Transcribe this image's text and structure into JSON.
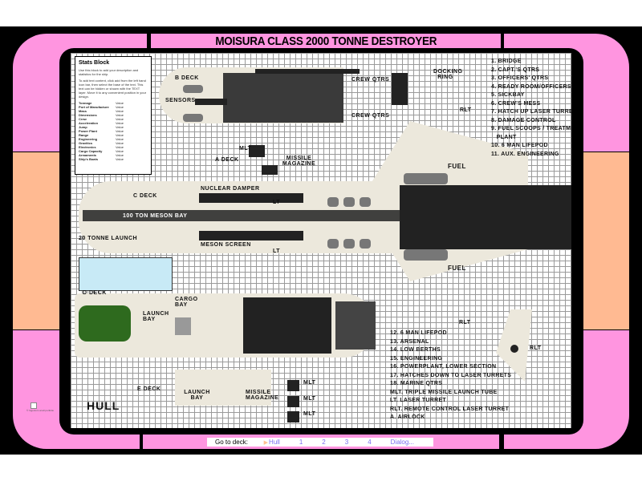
{
  "title": "MOISURA CLASS 2000 TONNE DESTROYER",
  "stats_block": {
    "heading": "Stats Block",
    "intro": "Use this block to add your description and statistics for the ship.",
    "instructions": "To add text content, click add from the left hand icon bar, then select the base of the text. This text can be hidden or shown with the TEXT layer. Move it to any convenient position in your design.",
    "rows": [
      {
        "label": "Tonnage",
        "value": "Value"
      },
      {
        "label": "Port of Manufacture",
        "value": "Value"
      },
      {
        "label": "Mass",
        "value": "Value"
      },
      {
        "label": "Dimensions",
        "value": "Value"
      },
      {
        "label": "Crew",
        "value": "Value"
      },
      {
        "label": "Acceleration",
        "value": "Value"
      },
      {
        "label": "Jump",
        "value": "Value"
      },
      {
        "label": "Power Plant",
        "value": "Value"
      },
      {
        "label": "Range",
        "value": "Value"
      },
      {
        "label": "Engineering",
        "value": "Value"
      },
      {
        "label": "Gravitics",
        "value": "Value"
      },
      {
        "label": "Electronics",
        "value": "Value"
      },
      {
        "label": "Cargo Capacity",
        "value": "Value"
      },
      {
        "label": "Armaments",
        "value": "Value"
      },
      {
        "label": "Ship's Boats",
        "value": "Value"
      }
    ]
  },
  "legend_top": [
    "1. BRIDGE",
    "2. CAPT.'S QTRS",
    "3. OFFICERS' QTRS",
    "4. READY ROOM/OFFICERS MESS",
    "5. SICKBAY",
    "6. CREW'S MESS",
    "7. HATCH UP LASER TURRETS",
    "8. DAMAGE CONTROL",
    "9. FUEL SCOOPS / TREATMENT",
    "   PLANT",
    "10. 6 MAN LIFEPOD",
    "11. AUX. ENGINEERING"
  ],
  "legend_bottom": [
    "12. 6 MAN LIFEPOD",
    "13. ARSENAL",
    "14. LOW BERTHS",
    "15. ENGINEERING",
    "16. POWERPLANT, LOWER SECTION",
    "17. HATCHES DOWN TO LASER TURRETS",
    "18. MARINE QTRS",
    "MLT. TRIPLE MISSILE LAUNCH TUBE",
    "LT. LASER TURRET",
    "RLT. REMOTE CONTROL LASER TURRET",
    "A. AIRLOCK"
  ],
  "map_labels": {
    "b_deck": "B DECK",
    "sensors": "SENSORS",
    "crew_qtrs_1": "CREW QTRS",
    "crew_qtrs_2": "CREW QTRS",
    "docking_ring": "DOCKING RING",
    "rlt_1": "RLT",
    "a_deck": "A DECK",
    "mlt_1": "MLT",
    "missile_magazine_1": "MISSILE MAGAZINE",
    "fuel_1": "FUEL",
    "c_deck": "C DECK",
    "nuclear_damper": "NUCLEAR DAMPER",
    "spinal": "100 TON MESON BAY",
    "lt_1": "LT",
    "lt_2": "LT",
    "launch_20": "20 TONNE LAUNCH",
    "meson_screen": "MESON SCREEN",
    "fuel_2": "FUEL",
    "d_deck": "D DECK",
    "cargo_bay": "CARGO BAY",
    "launch_bay_d": "LAUNCH BAY",
    "rlt_2": "RLT",
    "rlt_3": "RLT",
    "e_deck": "E DECK",
    "launch_bay_e": "LAUNCH BAY",
    "missile_magazine_2": "MISSILE MAGAZINE",
    "mlt_2": "MLT",
    "mlt_3": "MLT",
    "mlt_4": "MLT",
    "hull": "HULL"
  },
  "nav": {
    "go_to_label": "Go to deck:",
    "links": [
      "Hull",
      "1",
      "2",
      "3",
      "4",
      "Dialog..."
    ],
    "current": "Hull"
  },
  "corner_note": "© Ingenium at all portfolio",
  "colors": {
    "frame_pink": "#ff95e0",
    "frame_peach": "#ffba92",
    "link": "#7a6cf0",
    "hull_shade": "#ece8dc"
  }
}
